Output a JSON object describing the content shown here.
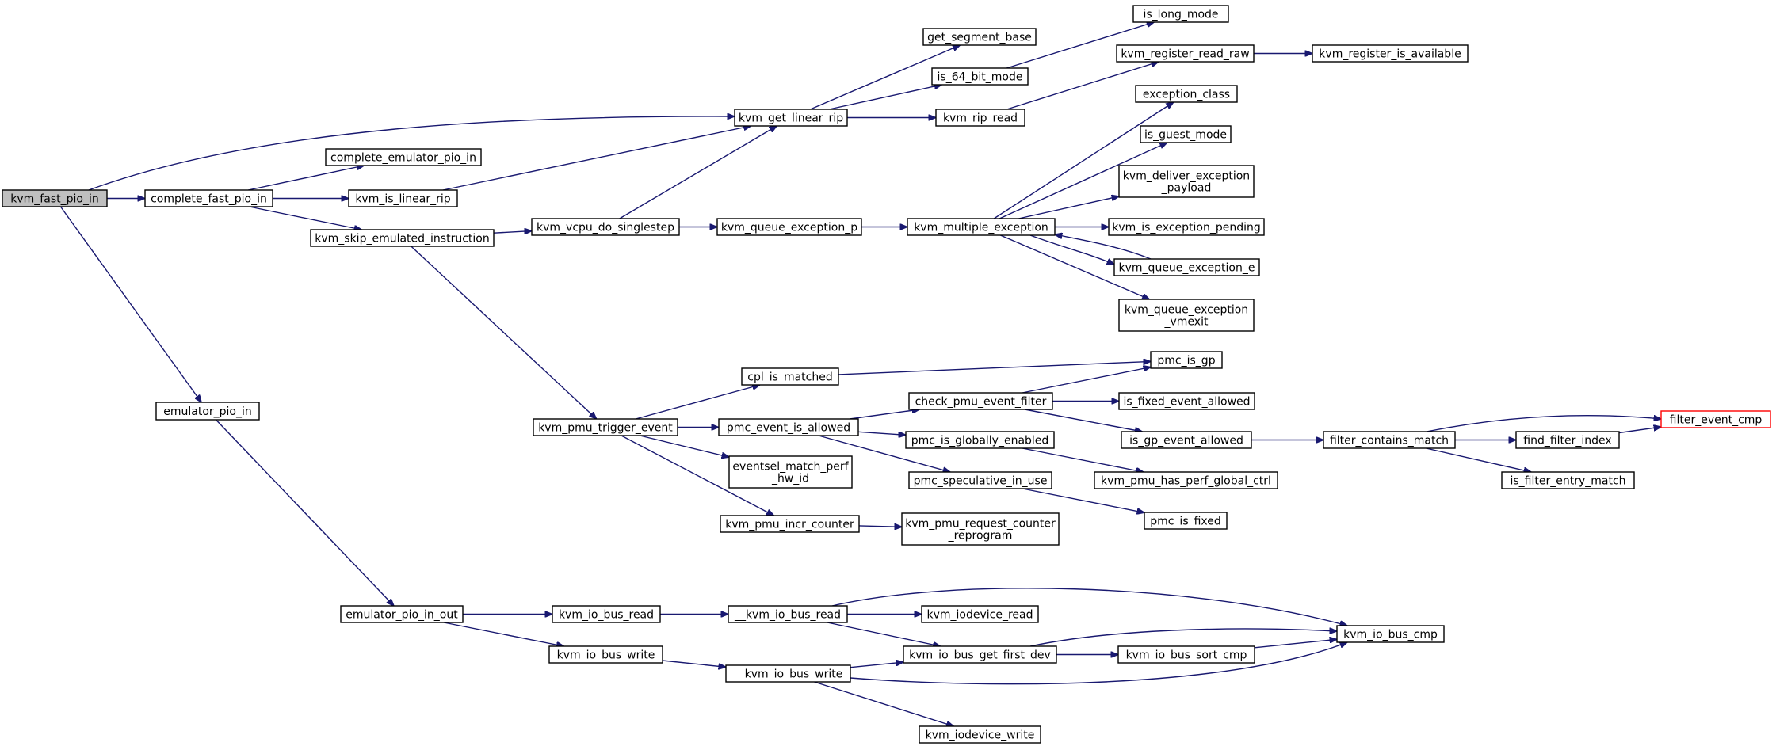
{
  "graph": {
    "nodes": [
      {
        "id": "kvm_fast_pio_in",
        "lines": [
          "kvm_fast_pio_in"
        ],
        "style": "root"
      },
      {
        "id": "complete_fast_pio_in",
        "lines": [
          "complete_fast_pio_in"
        ]
      },
      {
        "id": "emulator_pio_in",
        "lines": [
          "emulator_pio_in"
        ]
      },
      {
        "id": "kvm_get_linear_rip",
        "lines": [
          "kvm_get_linear_rip"
        ]
      },
      {
        "id": "complete_emulator_pio_in",
        "lines": [
          "complete_emulator_pio_in"
        ]
      },
      {
        "id": "kvm_is_linear_rip",
        "lines": [
          "kvm_is_linear_rip"
        ]
      },
      {
        "id": "kvm_skip_emulated_instruction",
        "lines": [
          "kvm_skip_emulated_instruction"
        ]
      },
      {
        "id": "kvm_vcpu_do_singlestep",
        "lines": [
          "kvm_vcpu_do_singlestep"
        ]
      },
      {
        "id": "kvm_pmu_trigger_event",
        "lines": [
          "kvm_pmu_trigger_event"
        ]
      },
      {
        "id": "get_segment_base",
        "lines": [
          "get_segment_base"
        ]
      },
      {
        "id": "is_64_bit_mode",
        "lines": [
          "is_64_bit_mode"
        ]
      },
      {
        "id": "kvm_rip_read",
        "lines": [
          "kvm_rip_read"
        ]
      },
      {
        "id": "is_long_mode",
        "lines": [
          "is_long_mode"
        ]
      },
      {
        "id": "kvm_register_read_raw",
        "lines": [
          "kvm_register_read_raw"
        ]
      },
      {
        "id": "kvm_register_is_available",
        "lines": [
          "kvm_register_is_available"
        ]
      },
      {
        "id": "kvm_queue_exception_p",
        "lines": [
          "kvm_queue_exception_p"
        ]
      },
      {
        "id": "kvm_multiple_exception",
        "lines": [
          "kvm_multiple_exception"
        ]
      },
      {
        "id": "exception_class",
        "lines": [
          "exception_class"
        ]
      },
      {
        "id": "is_guest_mode",
        "lines": [
          "is_guest_mode"
        ]
      },
      {
        "id": "kvm_deliver_exception_payload",
        "lines": [
          "kvm_deliver_exception",
          "_payload"
        ]
      },
      {
        "id": "kvm_is_exception_pending",
        "lines": [
          "kvm_is_exception_pending"
        ]
      },
      {
        "id": "kvm_queue_exception_e",
        "lines": [
          "kvm_queue_exception_e"
        ]
      },
      {
        "id": "kvm_queue_exception_vmexit",
        "lines": [
          "kvm_queue_exception",
          "_vmexit"
        ]
      },
      {
        "id": "cpl_is_matched",
        "lines": [
          "cpl_is_matched"
        ]
      },
      {
        "id": "pmc_event_is_allowed",
        "lines": [
          "pmc_event_is_allowed"
        ]
      },
      {
        "id": "eventsel_match_perf_hw_id",
        "lines": [
          "eventsel_match_perf",
          "_hw_id"
        ]
      },
      {
        "id": "kvm_pmu_incr_counter",
        "lines": [
          "kvm_pmu_incr_counter"
        ]
      },
      {
        "id": "pmc_is_gp",
        "lines": [
          "pmc_is_gp"
        ]
      },
      {
        "id": "check_pmu_event_filter",
        "lines": [
          "check_pmu_event_filter"
        ]
      },
      {
        "id": "pmc_is_globally_enabled",
        "lines": [
          "pmc_is_globally_enabled"
        ]
      },
      {
        "id": "pmc_speculative_in_use",
        "lines": [
          "pmc_speculative_in_use"
        ]
      },
      {
        "id": "kvm_pmu_request_counter_reprogram",
        "lines": [
          "kvm_pmu_request_counter",
          "_reprogram"
        ]
      },
      {
        "id": "is_fixed_event_allowed",
        "lines": [
          "is_fixed_event_allowed"
        ]
      },
      {
        "id": "is_gp_event_allowed",
        "lines": [
          "is_gp_event_allowed"
        ]
      },
      {
        "id": "kvm_pmu_has_perf_global_ctrl",
        "lines": [
          "kvm_pmu_has_perf_global_ctrl"
        ]
      },
      {
        "id": "pmc_is_fixed",
        "lines": [
          "pmc_is_fixed"
        ]
      },
      {
        "id": "filter_contains_match",
        "lines": [
          "filter_contains_match"
        ]
      },
      {
        "id": "find_filter_index",
        "lines": [
          "find_filter_index"
        ]
      },
      {
        "id": "is_filter_entry_match",
        "lines": [
          "is_filter_entry_match"
        ]
      },
      {
        "id": "filter_event_cmp",
        "lines": [
          "filter_event_cmp"
        ],
        "style": "external"
      },
      {
        "id": "emulator_pio_in_out",
        "lines": [
          "emulator_pio_in_out"
        ]
      },
      {
        "id": "kvm_io_bus_read",
        "lines": [
          "kvm_io_bus_read"
        ]
      },
      {
        "id": "kvm_io_bus_write",
        "lines": [
          "kvm_io_bus_write"
        ]
      },
      {
        "id": "__kvm_io_bus_read",
        "lines": [
          "__kvm_io_bus_read"
        ]
      },
      {
        "id": "__kvm_io_bus_write",
        "lines": [
          "__kvm_io_bus_write"
        ]
      },
      {
        "id": "kvm_iodevice_read",
        "lines": [
          "kvm_iodevice_read"
        ]
      },
      {
        "id": "kvm_io_bus_get_first_dev",
        "lines": [
          "kvm_io_bus_get_first_dev"
        ]
      },
      {
        "id": "kvm_iodevice_write",
        "lines": [
          "kvm_iodevice_write"
        ]
      },
      {
        "id": "kvm_io_bus_sort_cmp",
        "lines": [
          "kvm_io_bus_sort_cmp"
        ]
      },
      {
        "id": "kvm_io_bus_cmp",
        "lines": [
          "kvm_io_bus_cmp"
        ]
      }
    ],
    "edges": [
      [
        "kvm_fast_pio_in",
        "kvm_get_linear_rip"
      ],
      [
        "kvm_fast_pio_in",
        "complete_fast_pio_in"
      ],
      [
        "kvm_fast_pio_in",
        "emulator_pio_in"
      ],
      [
        "complete_fast_pio_in",
        "complete_emulator_pio_in"
      ],
      [
        "complete_fast_pio_in",
        "kvm_is_linear_rip"
      ],
      [
        "complete_fast_pio_in",
        "kvm_skip_emulated_instruction"
      ],
      [
        "kvm_is_linear_rip",
        "kvm_get_linear_rip"
      ],
      [
        "kvm_skip_emulated_instruction",
        "kvm_vcpu_do_singlestep"
      ],
      [
        "kvm_skip_emulated_instruction",
        "kvm_pmu_trigger_event"
      ],
      [
        "kvm_vcpu_do_singlestep",
        "kvm_get_linear_rip"
      ],
      [
        "kvm_vcpu_do_singlestep",
        "kvm_queue_exception_p"
      ],
      [
        "kvm_get_linear_rip",
        "get_segment_base"
      ],
      [
        "kvm_get_linear_rip",
        "is_64_bit_mode"
      ],
      [
        "kvm_get_linear_rip",
        "kvm_rip_read"
      ],
      [
        "is_64_bit_mode",
        "is_long_mode"
      ],
      [
        "kvm_rip_read",
        "kvm_register_read_raw"
      ],
      [
        "kvm_register_read_raw",
        "kvm_register_is_available"
      ],
      [
        "kvm_queue_exception_p",
        "kvm_multiple_exception"
      ],
      [
        "kvm_multiple_exception",
        "exception_class"
      ],
      [
        "kvm_multiple_exception",
        "is_guest_mode"
      ],
      [
        "kvm_multiple_exception",
        "kvm_deliver_exception_payload"
      ],
      [
        "kvm_multiple_exception",
        "kvm_is_exception_pending"
      ],
      [
        "kvm_multiple_exception",
        "kvm_queue_exception_e"
      ],
      [
        "kvm_queue_exception_e",
        "kvm_multiple_exception"
      ],
      [
        "kvm_multiple_exception",
        "kvm_queue_exception_vmexit"
      ],
      [
        "kvm_pmu_trigger_event",
        "cpl_is_matched"
      ],
      [
        "kvm_pmu_trigger_event",
        "pmc_event_is_allowed"
      ],
      [
        "kvm_pmu_trigger_event",
        "eventsel_match_perf_hw_id"
      ],
      [
        "kvm_pmu_trigger_event",
        "kvm_pmu_incr_counter"
      ],
      [
        "cpl_is_matched",
        "pmc_is_gp"
      ],
      [
        "pmc_event_is_allowed",
        "check_pmu_event_filter"
      ],
      [
        "pmc_event_is_allowed",
        "pmc_is_globally_enabled"
      ],
      [
        "pmc_event_is_allowed",
        "pmc_speculative_in_use"
      ],
      [
        "kvm_pmu_incr_counter",
        "kvm_pmu_request_counter_reprogram"
      ],
      [
        "check_pmu_event_filter",
        "pmc_is_gp"
      ],
      [
        "check_pmu_event_filter",
        "is_fixed_event_allowed"
      ],
      [
        "check_pmu_event_filter",
        "is_gp_event_allowed"
      ],
      [
        "pmc_is_globally_enabled",
        "kvm_pmu_has_perf_global_ctrl"
      ],
      [
        "pmc_speculative_in_use",
        "pmc_is_fixed"
      ],
      [
        "is_gp_event_allowed",
        "filter_contains_match"
      ],
      [
        "filter_contains_match",
        "filter_event_cmp"
      ],
      [
        "filter_contains_match",
        "find_filter_index"
      ],
      [
        "filter_contains_match",
        "is_filter_entry_match"
      ],
      [
        "find_filter_index",
        "filter_event_cmp"
      ],
      [
        "emulator_pio_in",
        "emulator_pio_in_out"
      ],
      [
        "emulator_pio_in_out",
        "kvm_io_bus_read"
      ],
      [
        "emulator_pio_in_out",
        "kvm_io_bus_write"
      ],
      [
        "kvm_io_bus_read",
        "__kvm_io_bus_read"
      ],
      [
        "kvm_io_bus_write",
        "__kvm_io_bus_write"
      ],
      [
        "__kvm_io_bus_read",
        "kvm_io_bus_cmp"
      ],
      [
        "__kvm_io_bus_read",
        "kvm_iodevice_read"
      ],
      [
        "__kvm_io_bus_read",
        "kvm_io_bus_get_first_dev"
      ],
      [
        "__kvm_io_bus_write",
        "kvm_io_bus_get_first_dev"
      ],
      [
        "__kvm_io_bus_write",
        "kvm_io_bus_cmp"
      ],
      [
        "__kvm_io_bus_write",
        "kvm_iodevice_write"
      ],
      [
        "kvm_io_bus_get_first_dev",
        "kvm_io_bus_cmp"
      ],
      [
        "kvm_io_bus_get_first_dev",
        "kvm_io_bus_sort_cmp"
      ],
      [
        "kvm_io_bus_sort_cmp",
        "kvm_io_bus_cmp"
      ]
    ]
  }
}
